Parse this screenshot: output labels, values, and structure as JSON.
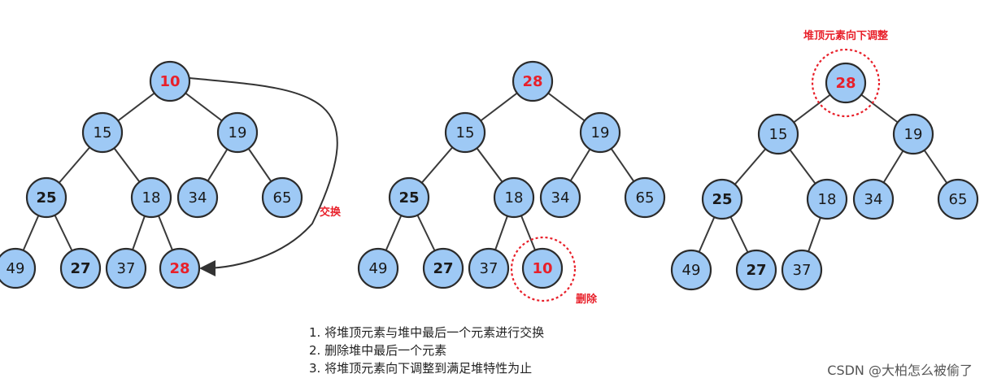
{
  "diagrams": [
    {
      "id": "swap",
      "nodes": [
        "10",
        "15",
        "19",
        "25",
        "18",
        "34",
        "65",
        "49",
        "27",
        "37",
        "28"
      ],
      "highlight": [
        "10",
        "28"
      ],
      "bold": [
        "25",
        "27"
      ],
      "annotation": "交换"
    },
    {
      "id": "delete",
      "nodes": [
        "28",
        "15",
        "19",
        "25",
        "18",
        "34",
        "65",
        "49",
        "27",
        "37",
        "10"
      ],
      "highlight": [
        "28",
        "10"
      ],
      "bold": [
        "25",
        "27"
      ],
      "annotation": "删除"
    },
    {
      "id": "sift-down",
      "nodes": [
        "28",
        "15",
        "19",
        "25",
        "18",
        "34",
        "65",
        "49",
        "27",
        "37"
      ],
      "highlight": [
        "28"
      ],
      "bold": [
        "25",
        "27"
      ],
      "annotation": "堆顶元素向下调整"
    }
  ],
  "steps": [
    "1. 将堆顶元素与堆中最后一个元素进行交换",
    "2. 删除堆中最后一个元素",
    "3. 将堆顶元素向下调整到满足堆特性为止"
  ],
  "watermark": "CSDN @大柏怎么被偷了",
  "colors": {
    "node_fill": "#9ec9f5",
    "highlight_text": "#e8202a",
    "stroke": "#2b2b2b"
  }
}
